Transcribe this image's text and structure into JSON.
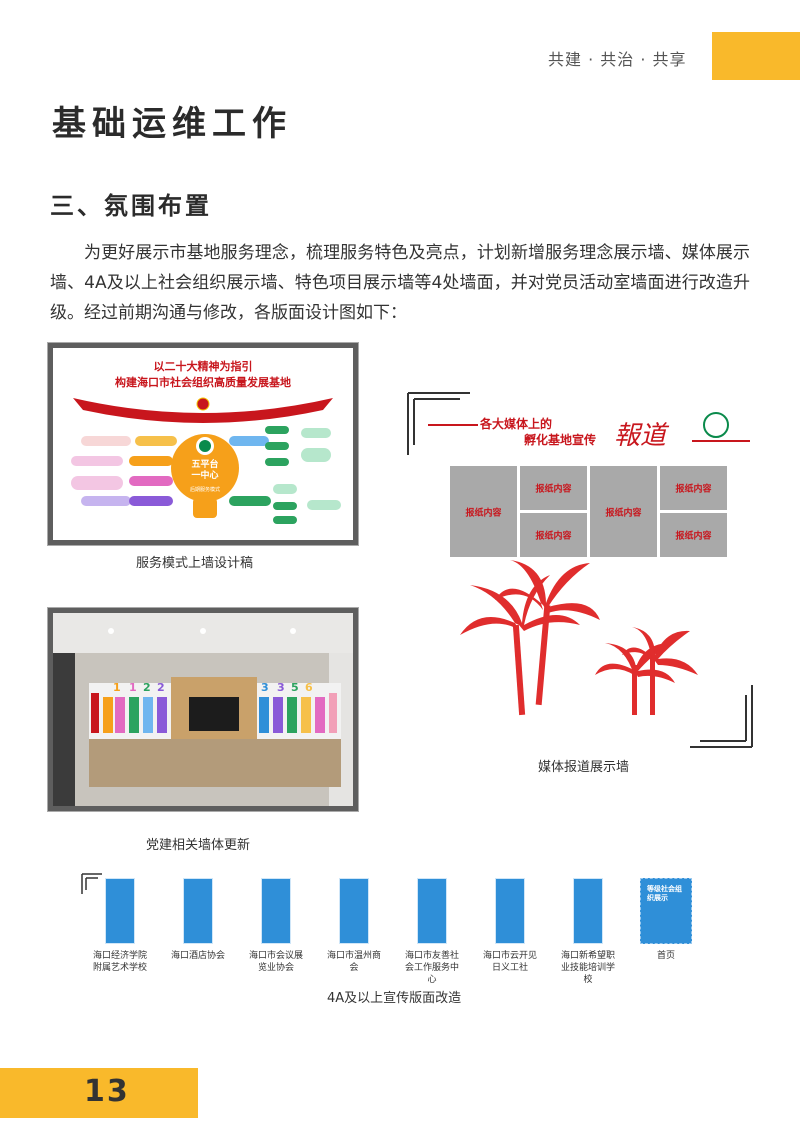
{
  "header": {
    "tagline": "共建 · 共治 · 共享"
  },
  "section_title": "基础运维工作",
  "sub_title": "三、氛围布置",
  "body": "为更好展示市基地服务理念，梳理服务特色及亮点，计划新增服务理念展示墙、媒体展示墙、4A及以上社会组织展示墙、特色项目展示墙等4处墙面，并对党员活动室墙面进行改造升级。经过前期沟通与修改，各版面设计图如下：",
  "figure1": {
    "caption": "服务模式上墙设计稿",
    "title_line1": "以二十大精神为指引",
    "title_line2": "构建海口市社会组织高质量发展基地",
    "center_label": "五平台\n一中心",
    "center_sub": "后期服务模式"
  },
  "figure2": {
    "caption": "党建相关墙体更新",
    "numbers": [
      "1",
      "1",
      "2",
      "2",
      "3",
      "3",
      "5",
      "6"
    ]
  },
  "media_wall": {
    "caption": "媒体报道展示墙",
    "title_line1": "各大媒体上的",
    "title_line2": "孵化基地宣传",
    "title_script": "報道",
    "cell_label": "报纸内容"
  },
  "thumbnails": {
    "caption": "4A及以上宣传版面改造",
    "items": [
      {
        "label": "海口经济学院附属艺术学校"
      },
      {
        "label": "海口酒店协会"
      },
      {
        "label": "海口市会议展览业协会"
      },
      {
        "label": "海口市温州商会"
      },
      {
        "label": "海口市友善社会工作服务中心"
      },
      {
        "label": "海口市云开见日义工社"
      },
      {
        "label": "海口新希望职业技能培训学校"
      },
      {
        "label": "首页"
      }
    ],
    "cover_text": "等级社会组织展示"
  },
  "page_number": "13",
  "colors": {
    "accent": "#f9b92b",
    "party_red": "#c8161d"
  }
}
